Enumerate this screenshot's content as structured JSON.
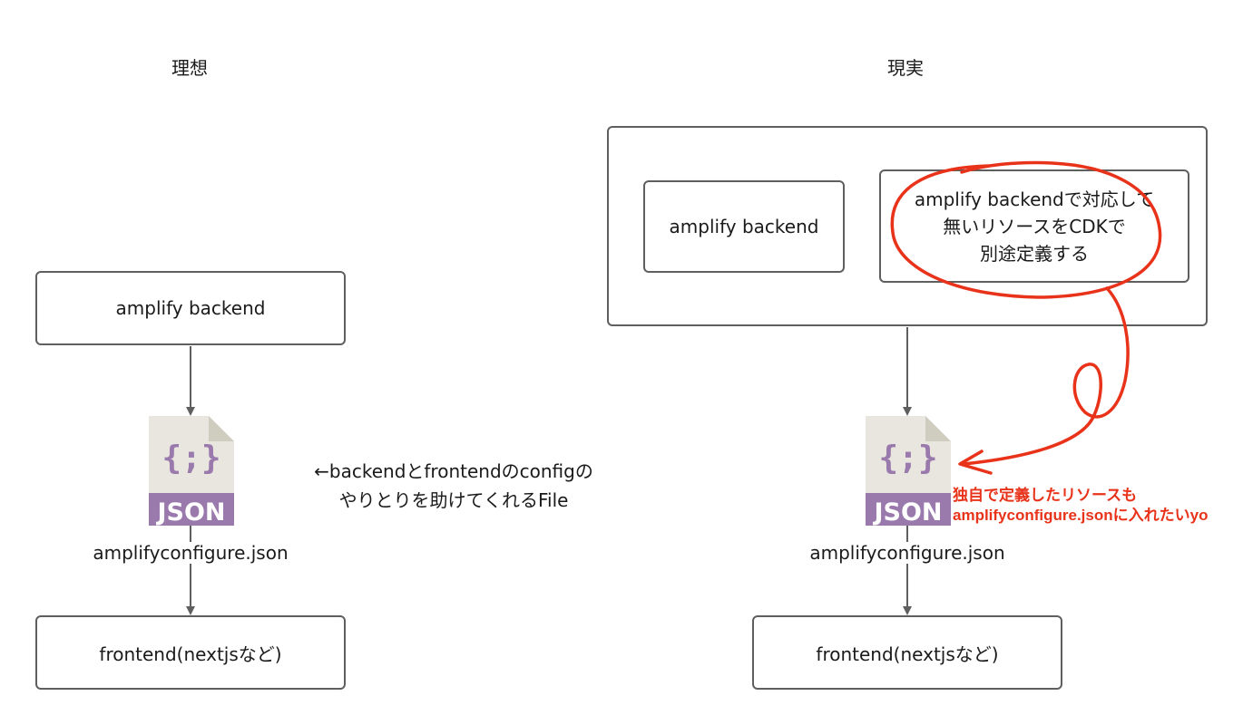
{
  "left": {
    "title": "理想",
    "backend_label": "amplify backend",
    "file_name": "amplifyconfigure.json",
    "frontend_label": "frontend(nextjsなど)",
    "note_line1": "←backendとfrontendのconfigの",
    "note_line2": "やりとりを助けてくれるFile"
  },
  "right": {
    "title": "現実",
    "backend_label": "amplify backend",
    "cdk_line1": "amplify backendで対応して",
    "cdk_line2": "無いリソースをCDKで",
    "cdk_line3": "別途定義する",
    "file_name": "amplifyconfigure.json",
    "frontend_label": "frontend(nextjsなど)",
    "annotation_line1": "独自で定義したリソースも",
    "annotation_line2": "amplifyconfigure.jsonに入れたいyo"
  },
  "json_icon": {
    "text": "JSON",
    "glyph": "{;}",
    "name": "json-file-icon"
  },
  "colors": {
    "box_border": "#5f5f5f",
    "json_band": "#9a79ad",
    "json_page": "#e8e6de",
    "json_fold": "#cfccc0",
    "annotation": "#e8331a"
  }
}
